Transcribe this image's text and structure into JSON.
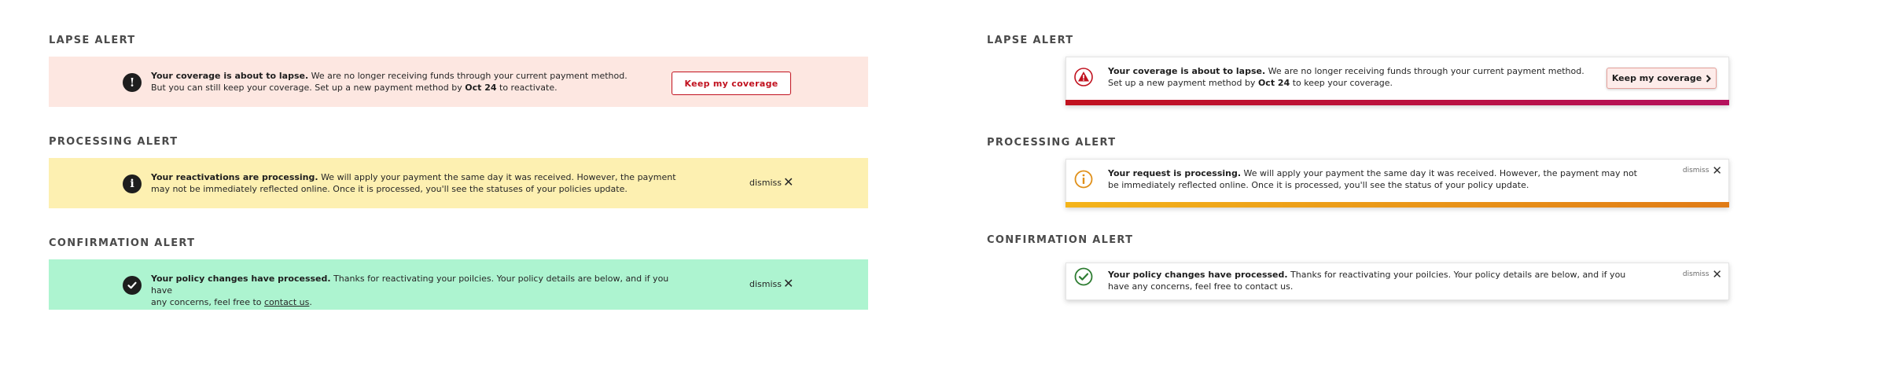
{
  "colors": {
    "lapse_bg": "#fde7e1",
    "processing_bg": "#fdf0b1",
    "confirmation_bg": "#adf4d0",
    "danger": "#c1121f",
    "lapse_bar_end": "#b5125d",
    "processing_bar_start": "#f4b41a",
    "processing_bar_end": "#e07b16",
    "success": "#2e7d32"
  },
  "left": {
    "lapse": {
      "label": "LAPSE ALERT",
      "icon": "exclamation-icon",
      "title": "Your coverage is about to lapse.",
      "text1": " We are no longer receiving funds through your current payment method.",
      "text2": "But you can still keep your coverage. Set up a new payment method by ",
      "date": "Oct 24",
      "text3": " to reactivate.",
      "button": "Keep my coverage"
    },
    "processing": {
      "label": "PROCESSING ALERT",
      "icon": "info-icon",
      "title": "Your reactivations are processing.",
      "text1": " We will apply your payment the same day it was received. However, the payment",
      "text2": "may not be immediately reflected online. Once it is processed, you'll see the statuses of your policies update.",
      "dismiss": "dismiss"
    },
    "confirmation": {
      "label": "CONFIRMATION ALERT",
      "icon": "check-icon",
      "title": "Your policy changes have processed.",
      "text1": " Thanks for reactivating your poilcies. Your policy details are below, and if you have",
      "text2": "any concerns, feel free to ",
      "link": "contact us",
      "text3": ".",
      "dismiss": "dismiss"
    }
  },
  "right": {
    "lapse": {
      "label": "LAPSE ALERT",
      "icon": "warning-triangle-icon",
      "title": "Your coverage is about to lapse.",
      "text1": " We are no longer receiving funds through your current payment method.",
      "text2": "Set up a new payment method by ",
      "date": "Oct 24",
      "text3": " to keep your coverage.",
      "button": "Keep my coverage"
    },
    "processing": {
      "label": "PROCESSING ALERT",
      "icon": "info-icon",
      "title": "Your request is processing.",
      "text1": " We will apply your payment the same day it was received. However, the payment may not",
      "text2": "be immediately reflected online. Once it is processed, you'll see the status of your policy update.",
      "dismiss": "dismiss"
    },
    "confirmation": {
      "label": "CONFIRMATION ALERT",
      "icon": "check-icon",
      "title": "Your policy changes have processed.",
      "text1": " Thanks for reactivating your poilcies. Your policy details are below, and if you",
      "text2": "have any concerns, feel free to contact us.",
      "dismiss": "dismiss"
    }
  }
}
